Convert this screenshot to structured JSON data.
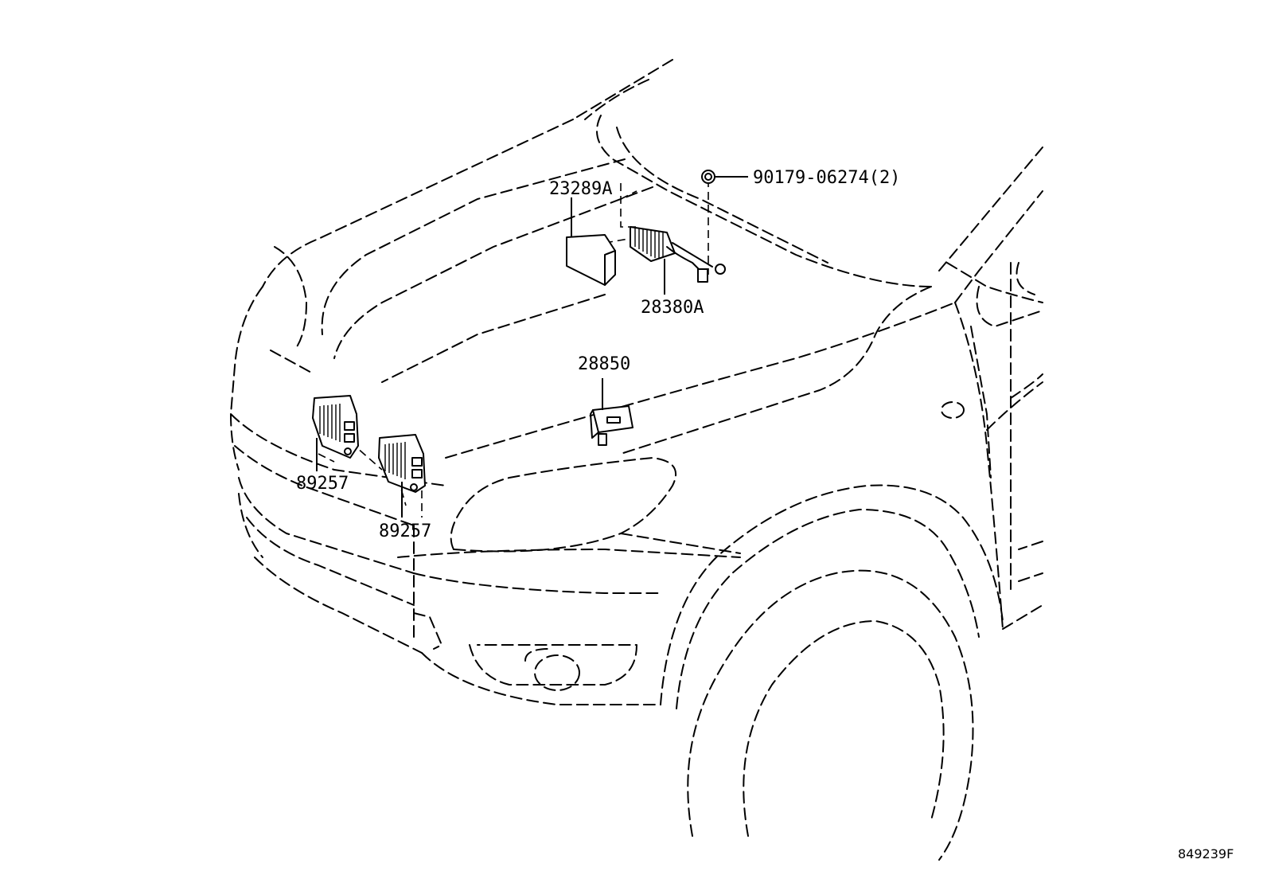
{
  "parts": [
    {
      "id": "clip",
      "label": "90179-06274(2)"
    },
    {
      "id": "cover",
      "label": "23289A"
    },
    {
      "id": "relay",
      "label": "28380A"
    },
    {
      "id": "sensor",
      "label": "28850"
    },
    {
      "id": "computer-left",
      "label": "89257"
    },
    {
      "id": "computer-right",
      "label": "89257"
    }
  ],
  "figure_id": "849239F"
}
